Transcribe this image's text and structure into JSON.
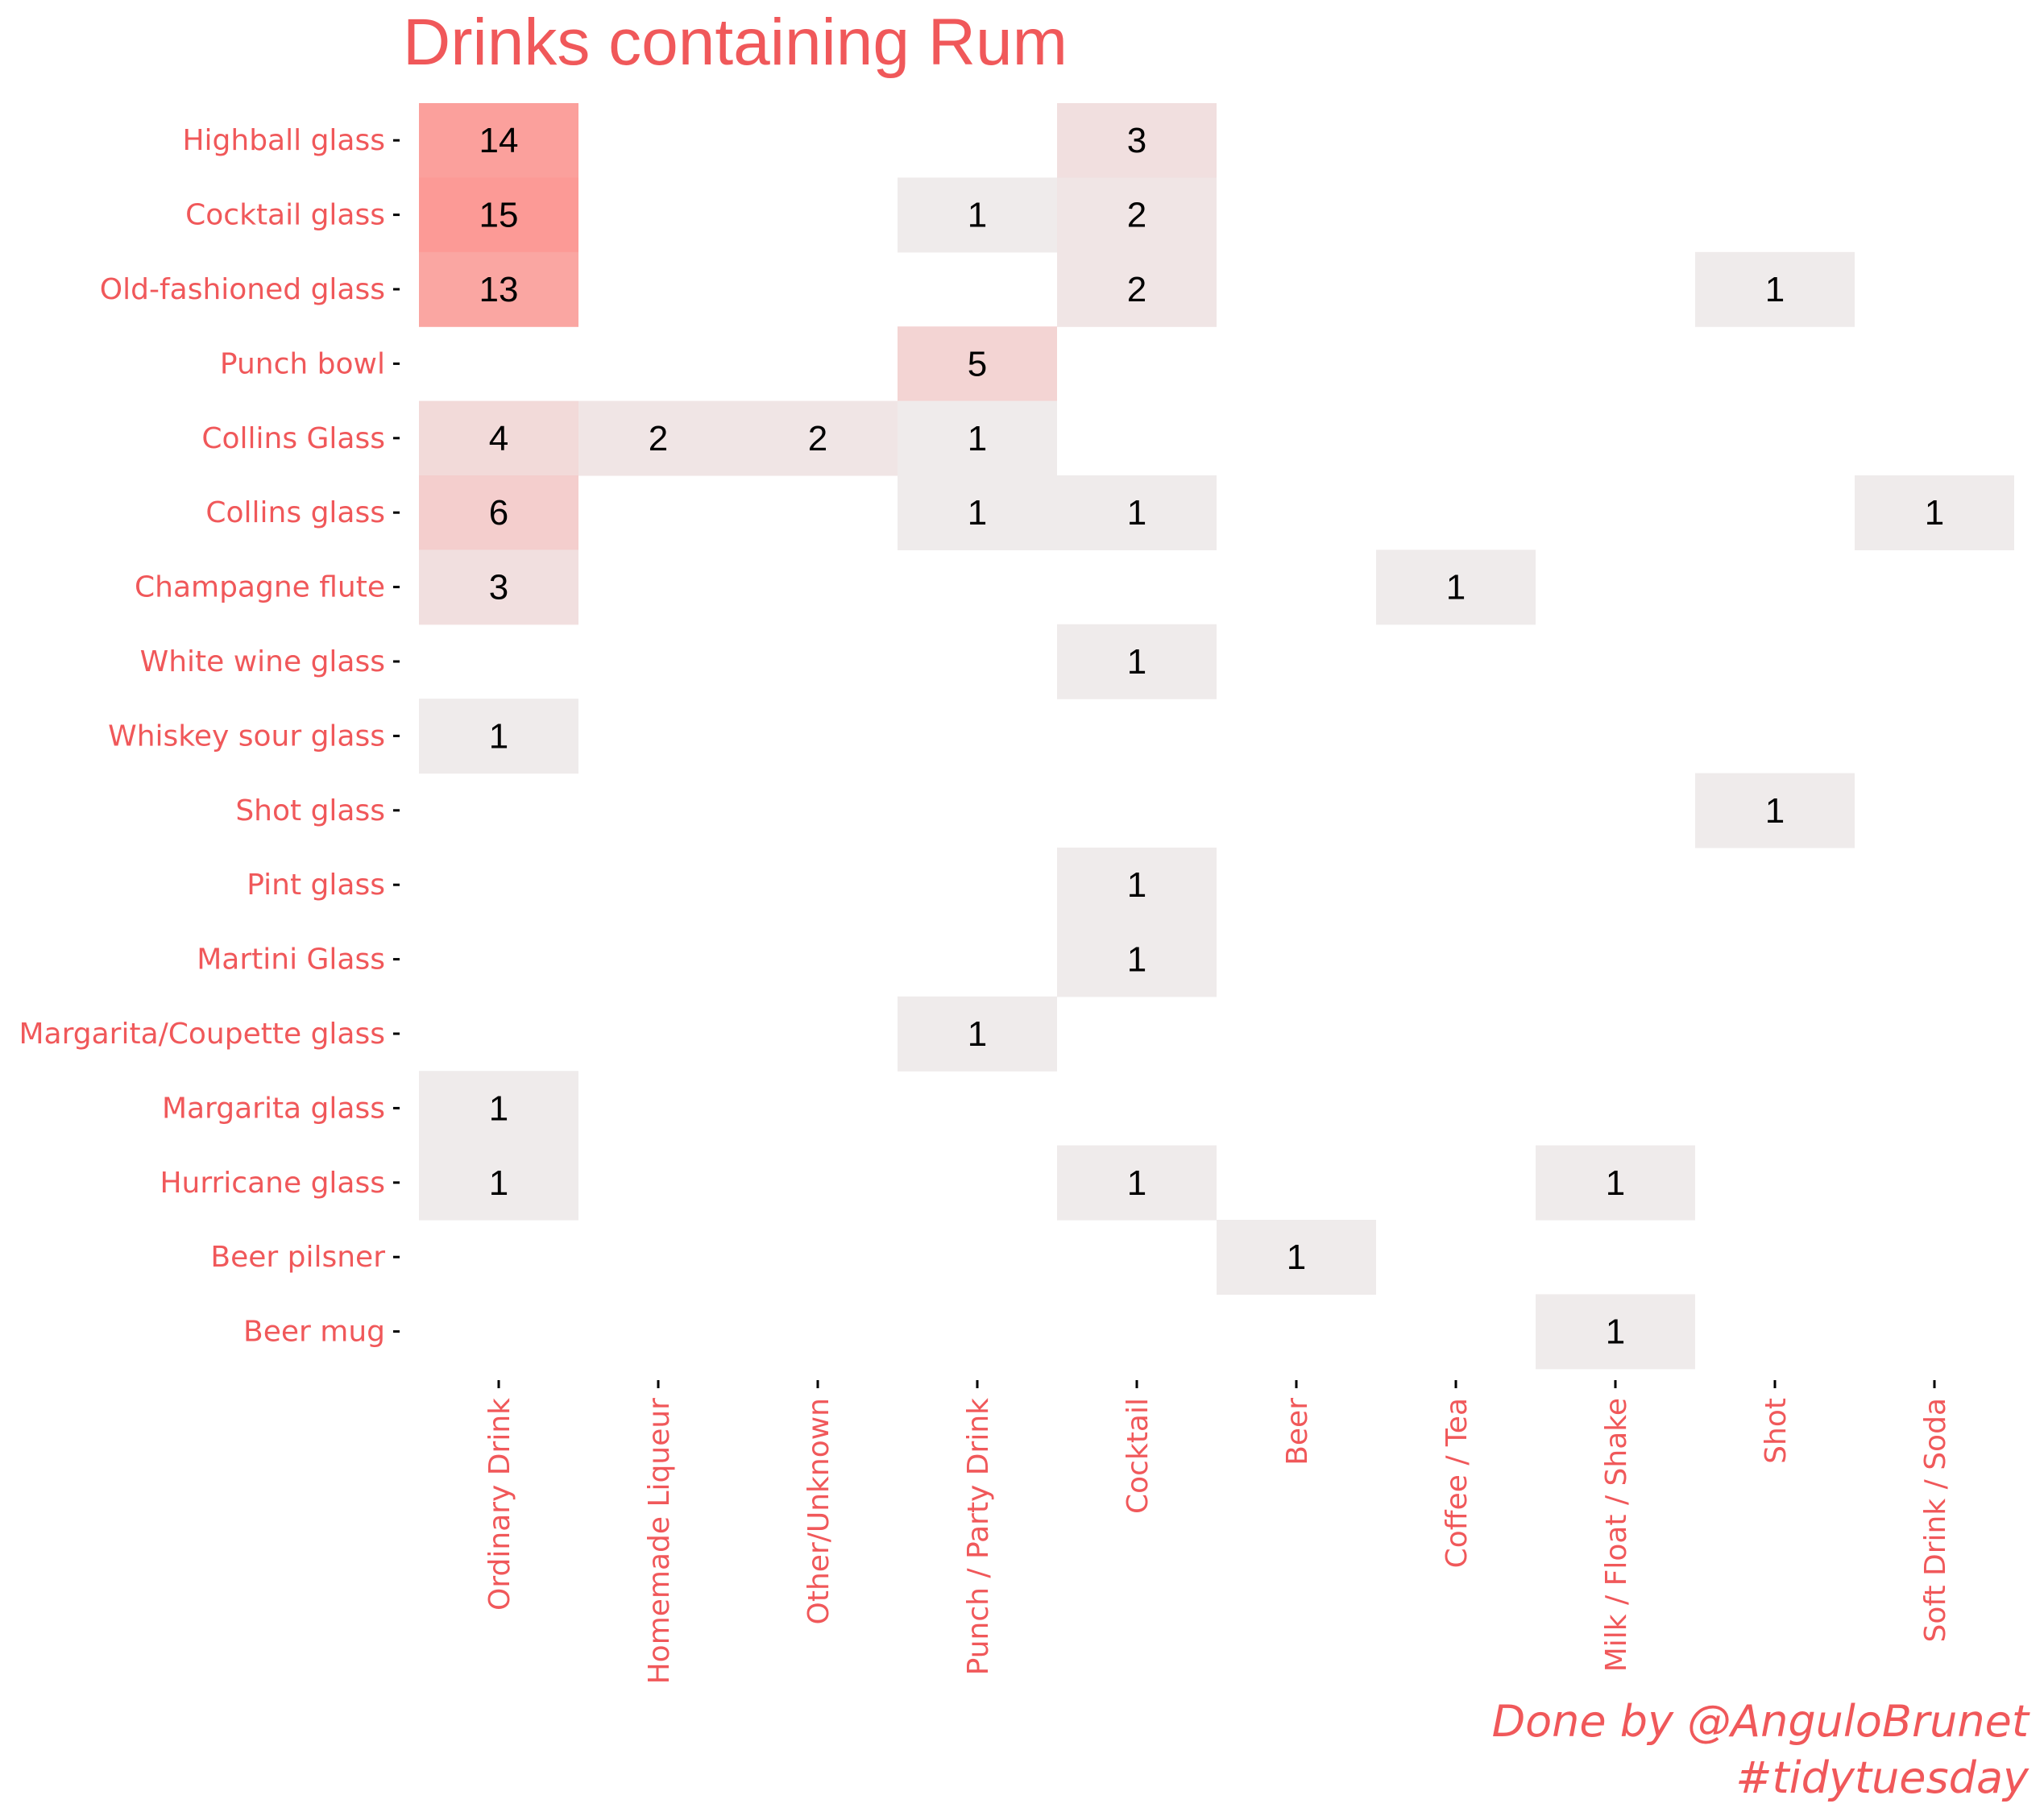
{
  "chart_data": {
    "type": "heatmap",
    "title": "Drinks containing Rum",
    "caption": [
      "Done by @AnguloBrunet",
      "#tidytuesday"
    ],
    "xlabel": "",
    "ylabel": "",
    "legend": "none",
    "grid": false,
    "colors": {
      "low": "#EFEBEB",
      "high": "#FC9A96",
      "text_accent": "#F0585A",
      "cell_text": "#000000"
    },
    "x_categories": [
      "Ordinary Drink",
      "Homemade Liqueur",
      "Other/Unknown",
      "Punch / Party Drink",
      "Cocktail",
      "Beer",
      "Coffee / Tea",
      "Milk / Float / Shake",
      "Shot",
      "Soft Drink / Soda"
    ],
    "y_categories": [
      "Highball glass",
      "Cocktail glass",
      "Old-fashioned glass",
      "Punch bowl",
      "Collins Glass",
      "Collins glass",
      "Champagne flute",
      "White wine glass",
      "Whiskey sour glass",
      "Shot glass",
      "Pint glass",
      "Martini Glass",
      "Margarita/Coupette glass",
      "Margarita glass",
      "Hurricane glass",
      "Beer pilsner",
      "Beer mug"
    ],
    "cells": [
      {
        "x": "Ordinary Drink",
        "y": "Highball glass",
        "value": 14
      },
      {
        "x": "Cocktail",
        "y": "Highball glass",
        "value": 3
      },
      {
        "x": "Ordinary Drink",
        "y": "Cocktail glass",
        "value": 15
      },
      {
        "x": "Punch / Party Drink",
        "y": "Cocktail glass",
        "value": 1
      },
      {
        "x": "Cocktail",
        "y": "Cocktail glass",
        "value": 2
      },
      {
        "x": "Ordinary Drink",
        "y": "Old-fashioned glass",
        "value": 13
      },
      {
        "x": "Cocktail",
        "y": "Old-fashioned glass",
        "value": 2
      },
      {
        "x": "Shot",
        "y": "Old-fashioned glass",
        "value": 1
      },
      {
        "x": "Punch / Party Drink",
        "y": "Punch bowl",
        "value": 5
      },
      {
        "x": "Ordinary Drink",
        "y": "Collins Glass",
        "value": 4
      },
      {
        "x": "Homemade Liqueur",
        "y": "Collins Glass",
        "value": 2
      },
      {
        "x": "Other/Unknown",
        "y": "Collins Glass",
        "value": 2
      },
      {
        "x": "Punch / Party Drink",
        "y": "Collins Glass",
        "value": 1
      },
      {
        "x": "Ordinary Drink",
        "y": "Collins glass",
        "value": 6
      },
      {
        "x": "Punch / Party Drink",
        "y": "Collins glass",
        "value": 1
      },
      {
        "x": "Cocktail",
        "y": "Collins glass",
        "value": 1
      },
      {
        "x": "Soft Drink / Soda",
        "y": "Collins glass",
        "value": 1
      },
      {
        "x": "Ordinary Drink",
        "y": "Champagne flute",
        "value": 3
      },
      {
        "x": "Coffee / Tea",
        "y": "Champagne flute",
        "value": 1
      },
      {
        "x": "Cocktail",
        "y": "White wine glass",
        "value": 1
      },
      {
        "x": "Ordinary Drink",
        "y": "Whiskey sour glass",
        "value": 1
      },
      {
        "x": "Shot",
        "y": "Shot glass",
        "value": 1
      },
      {
        "x": "Cocktail",
        "y": "Pint glass",
        "value": 1
      },
      {
        "x": "Cocktail",
        "y": "Martini Glass",
        "value": 1
      },
      {
        "x": "Punch / Party Drink",
        "y": "Margarita/Coupette glass",
        "value": 1
      },
      {
        "x": "Ordinary Drink",
        "y": "Margarita glass",
        "value": 1
      },
      {
        "x": "Ordinary Drink",
        "y": "Hurricane glass",
        "value": 1
      },
      {
        "x": "Cocktail",
        "y": "Hurricane glass",
        "value": 1
      },
      {
        "x": "Milk / Float / Shake",
        "y": "Hurricane glass",
        "value": 1
      },
      {
        "x": "Beer",
        "y": "Beer pilsner",
        "value": 1
      },
      {
        "x": "Milk / Float / Shake",
        "y": "Beer mug",
        "value": 1
      }
    ]
  }
}
